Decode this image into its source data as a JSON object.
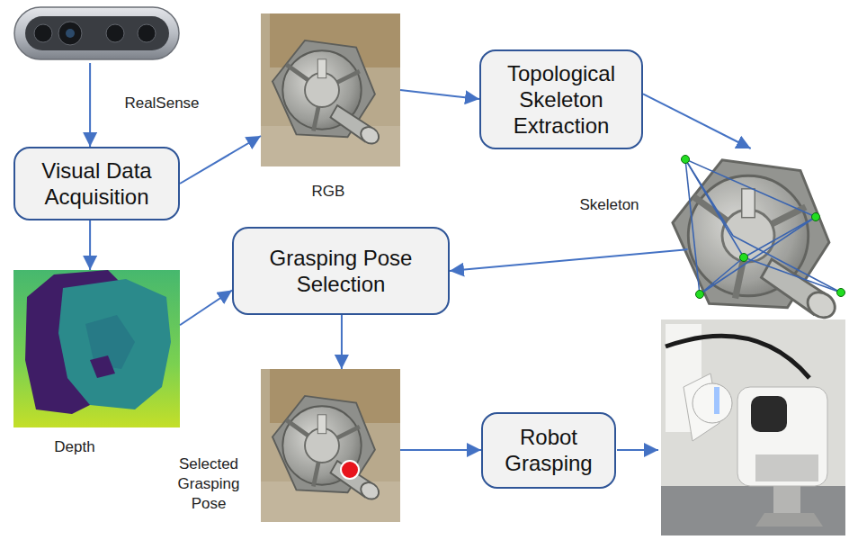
{
  "diagram": {
    "nodes": [
      {
        "text": [
          "RealSense"
        ]
      },
      {
        "text": [
          "RGB"
        ]
      },
      {
        "text": [
          "Topological Skeleton Extraction"
        ]
      },
      {
        "text": [
          "Visual Data Acquisition"
        ]
      },
      {
        "text": [
          "Skeleton"
        ]
      },
      {
        "text": [
          "Grasping Pose Selection"
        ]
      },
      {
        "text": [
          "Depth"
        ]
      },
      {
        "text": [
          "Selected Grasping Pose"
        ]
      },
      {
        "text": [
          "Robot Grasping"
        ]
      }
    ],
    "edges": [
      {
        "from": 0,
        "to": 3,
        "arrow": "to"
      },
      {
        "from": 3,
        "to": 1,
        "arrow": "to"
      },
      {
        "from": 3,
        "to": 6,
        "arrow": "to"
      },
      {
        "from": 1,
        "to": 2,
        "arrow": "to"
      },
      {
        "from": 2,
        "to": 4,
        "arrow": "to"
      },
      {
        "from": 4,
        "to": 5,
        "arrow": "to"
      },
      {
        "from": 6,
        "to": 5,
        "arrow": "to"
      },
      {
        "from": 5,
        "to": 7,
        "arrow": "to"
      },
      {
        "from": 7,
        "to": 8,
        "arrow": "to"
      }
    ]
  }
}
